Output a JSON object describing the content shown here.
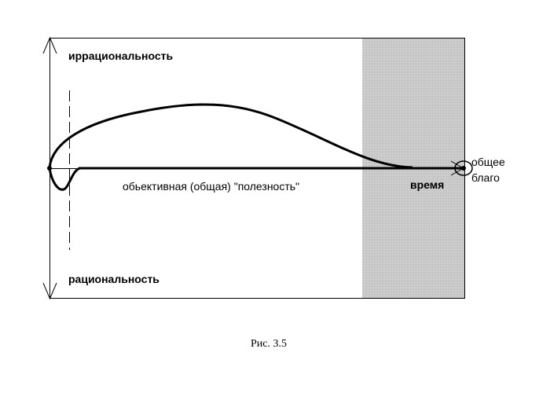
{
  "diagram": {
    "label_top": "иррациональность",
    "label_bottom": "рациональность",
    "axis_label": "обьективная (общая) \"полезность\"",
    "time_label": "время",
    "endpoint_label_line1": "общее",
    "endpoint_label_line2": "благо",
    "caption": "Рис. 3.5",
    "shade_color": "#c8c8c8"
  }
}
